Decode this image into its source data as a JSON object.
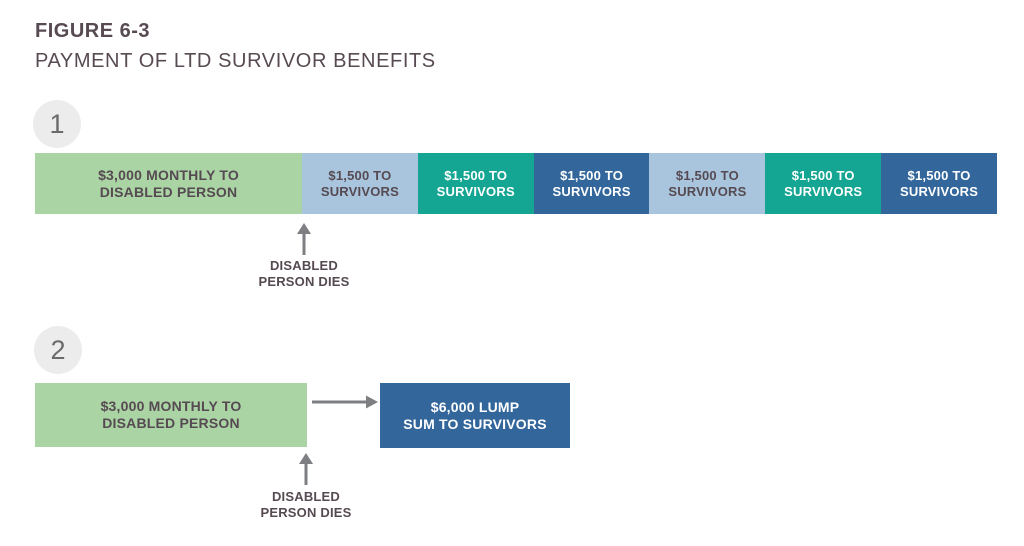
{
  "figure": {
    "label": "FIGURE 6-3",
    "title": "PAYMENT OF LTD SURVIVOR BENEFITS"
  },
  "colors": {
    "green": "#abd4a4",
    "light_blue": "#a8c5dd",
    "teal": "#15a593",
    "dark_blue": "#33669b",
    "dark_text": "#564a52",
    "arrow_gray": "#7d7f82",
    "circle_gray": "#ececec"
  },
  "scenario1": {
    "number": "1",
    "segments": [
      {
        "line1": "$3,000 MONTHLY TO",
        "line2": "DISABLED PERSON",
        "color": "green"
      },
      {
        "line1": "$1,500 TO",
        "line2": "SURVIVORS",
        "color": "light_blue"
      },
      {
        "line1": "$1,500 TO",
        "line2": "SURVIVORS",
        "color": "teal"
      },
      {
        "line1": "$1,500 TO",
        "line2": "SURVIVORS",
        "color": "dark_blue"
      },
      {
        "line1": "$1,500 TO",
        "line2": "SURVIVORS",
        "color": "light_blue"
      },
      {
        "line1": "$1,500 TO",
        "line2": "SURVIVORS",
        "color": "teal"
      },
      {
        "line1": "$1,500 TO",
        "line2": "SURVIVORS",
        "color": "dark_blue"
      }
    ],
    "annotation": {
      "line1": "DISABLED",
      "line2": "PERSON DIES"
    }
  },
  "scenario2": {
    "number": "2",
    "disabled_box": {
      "line1": "$3,000 MONTHLY TO",
      "line2": "DISABLED PERSON",
      "color": "green"
    },
    "survivor_box": {
      "line1": "$6,000 LUMP",
      "line2": "SUM TO SURVIVORS",
      "color": "dark_blue"
    },
    "annotation": {
      "line1": "DISABLED",
      "line2": "PERSON DIES"
    }
  }
}
